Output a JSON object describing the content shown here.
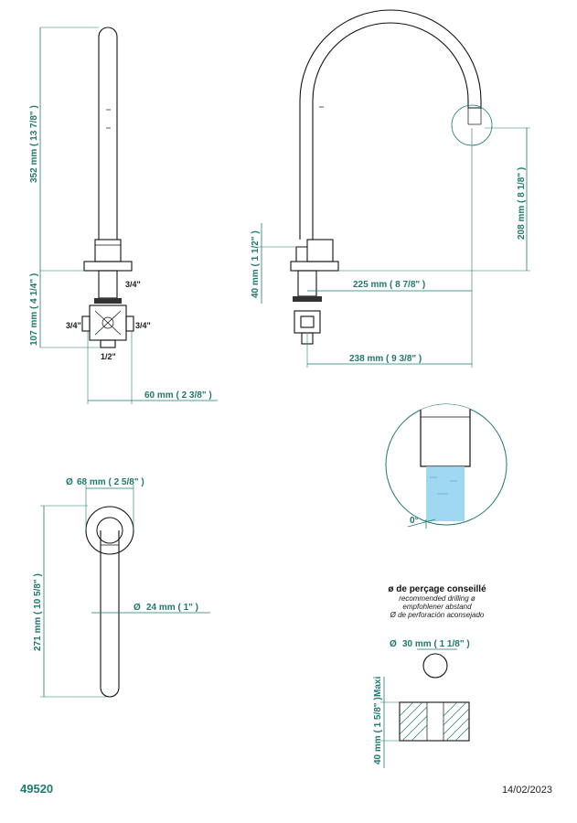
{
  "drawing": {
    "front_view": {
      "height_label": "352 mm ( 13 7/8\" )",
      "body_height_label": "107 mm ( 4 1/4\" )",
      "width_label": "60 mm ( 2 3/8\" )",
      "fitting_top": "3/4\"",
      "fitting_left": "3/4\"",
      "fitting_right": "3/4\"",
      "fitting_bottom": "1/2\""
    },
    "side_view": {
      "height_label": "208 mm ( 8 1/8\" )",
      "base_label": "40 mm ( 1 1/2\" )",
      "reach_label": "225 mm ( 8 7/8\" )",
      "total_reach_label": "238 mm ( 9 3/8\" )"
    },
    "detail_view": {
      "angle_label": "0°"
    },
    "top_view": {
      "flange_label": "68 mm ( 2 5/8\" )",
      "spout_label": "24 mm ( 1\" )",
      "length_label": "271 mm ( 10 5/8\" )"
    },
    "drilling": {
      "title": "ø de perçage conseillé",
      "line_en": "recommended drilling ø",
      "line_de": "empfohlener abstand",
      "line_es": "Ø de perforación aconsejado",
      "hole_label": "30 mm ( 1 1/8\" )",
      "thickness_label": "40 mm ( 1 5/8\" )",
      "maxi_label": "Maxi"
    }
  },
  "footer": {
    "reference": "49520",
    "date": "14/02/2023"
  },
  "colors": {
    "dimension": "#1f7a6e",
    "outline": "#111111",
    "water": "#8fd0ef"
  }
}
